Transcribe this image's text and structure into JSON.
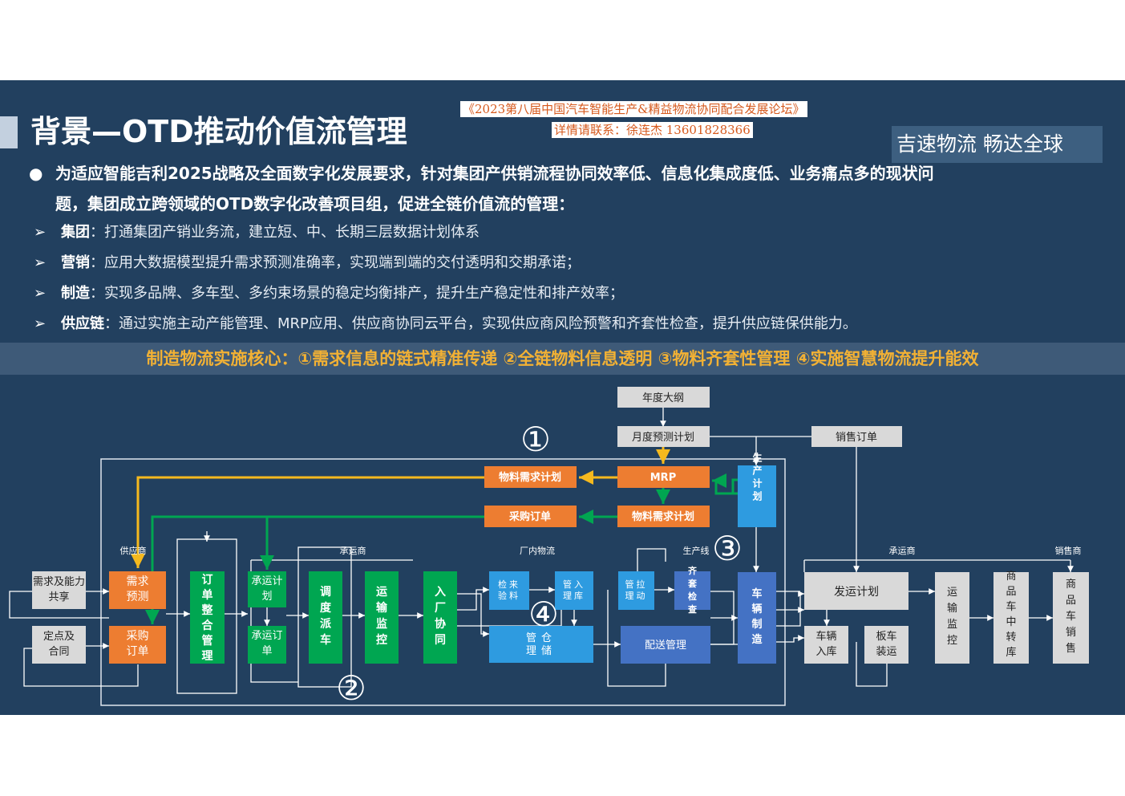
{
  "title": "背景—OTD推动价值流管理",
  "watermark": {
    "line1": "《2023第八届中国汽车智能生产&精益物流协同配合发展论坛》",
    "line2": "详情请联系：徐连杰 13601828366"
  },
  "slogan": "吉速物流   畅达全球",
  "intro": {
    "line1": "为适应智能吉利2025战略及全面数字化发展要求，针对集团产供销流程协同效率低、信息化集成度低、业务痛点多的现状问",
    "line2": "题，集团成立跨领域的OTD数字化改善项目组，促进全链价值流的管理："
  },
  "points": [
    {
      "head": "集团",
      "text": "：打通集团产销业务流，建立短、中、长期三层数据计划体系"
    },
    {
      "head": "营销",
      "text": "：应用大数据模型提升需求预测准确率，实现端到端的交付透明和交期承诺；"
    },
    {
      "head": "制造",
      "text": "：实现多品牌、多车型、多约束场景的稳定均衡排产，提升生产稳定性和排产效率；"
    },
    {
      "head": "供应链",
      "text": "：通过实施主动产能管理、MRP应用、供应商协同云平台，实现供应商风险预警和齐套性检查，提升供应链保供能力。"
    }
  ],
  "core": "制造物流实施核心：①需求信息的链式精准传递 ②全链物料信息透明 ③物料齐套性管理 ④实施智慧物流提升能效",
  "colors": {
    "orange": "#ed7d31",
    "green": "#00a651",
    "blue": "#2e9be0",
    "darkblue": "#4472c4",
    "grey": "#d9d9d9",
    "yellow": "#f5b91e"
  },
  "diagram": {
    "top": {
      "annual": "年度大纲",
      "monthly": "月度预测计划",
      "sales_order": "销售订单",
      "mrp": "MRP",
      "material_plan_1": "物料需求计划",
      "material_plan_2": "物料需求计划",
      "purchase_order": "采购订单",
      "production_plan": "生产计划"
    },
    "sections": {
      "supplier": "供应商",
      "carrier1": "承运商",
      "inplant": "厂内物流",
      "line": "生产线",
      "carrier2": "承运商",
      "dealer": "销售商"
    },
    "boxes": {
      "demand_share": "需求及能力共享",
      "fixed_point": "定点及合同",
      "forecast": "需求预测",
      "purchase": "采购订单",
      "order_mgmt": "订单整合管理",
      "trans_plan": "承运计划",
      "trans_order": "承运订单",
      "dispatch": "调度派车",
      "monitor": "运输监控",
      "entry": "入厂协同",
      "inspect": "检来验料",
      "store": "管入理库",
      "warehouse": "管仓理储",
      "pull": "管拉理动",
      "kit": "齐套检查",
      "delivery": "配送管理",
      "vehicle_mfg": "车辆制造",
      "ship_plan": "发运计划",
      "veh_in": "车辆入库",
      "board": "板车装运",
      "monitor2": "运输监控",
      "transfer": "商品车中转库",
      "sales": "商品车销售"
    },
    "markers": [
      "①",
      "②",
      "③",
      "④"
    ]
  }
}
